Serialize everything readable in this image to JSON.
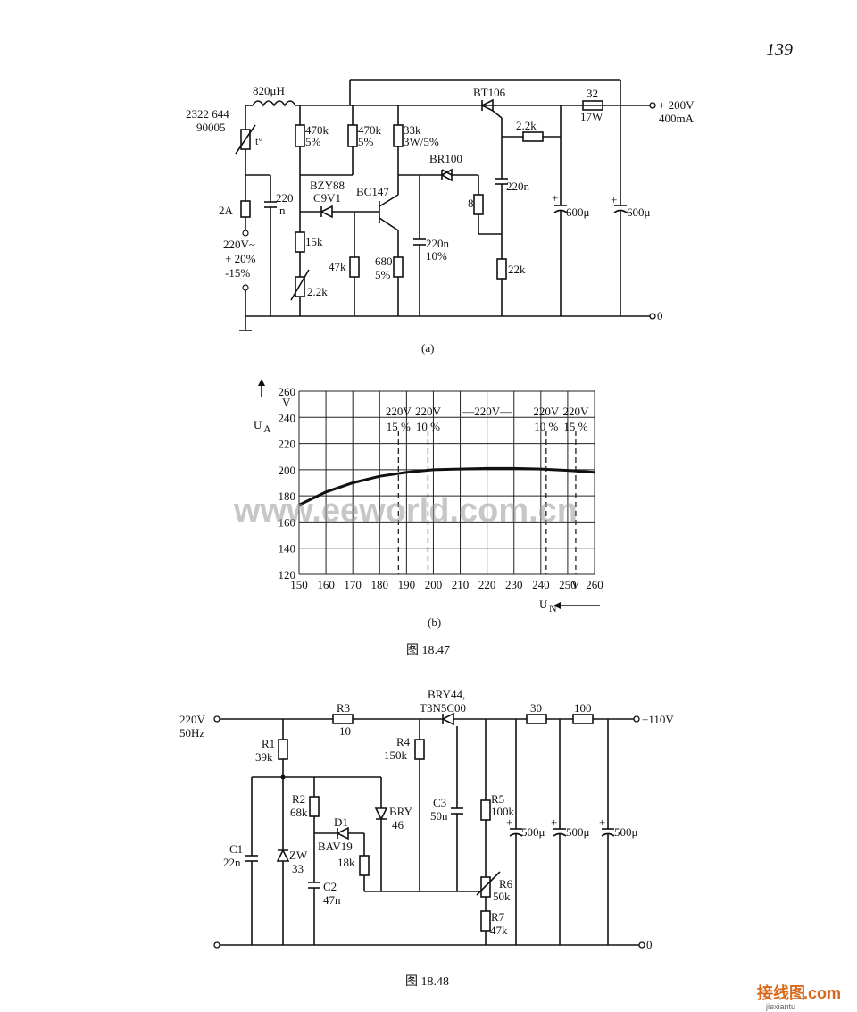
{
  "page_number": "139",
  "watermark": "www.eeworld.com.cn",
  "brand": {
    "name": "接线图",
    "suffix": ".com",
    "url": "jiexiantu"
  },
  "fig_a": {
    "sublabel": "(a)",
    "labels": {
      "inductor": "820μH",
      "ptc_id1": "2322 644",
      "ptc_id2": "90005",
      "ptc_t": "t°",
      "fuse": "2A",
      "cap_in": "220",
      "cap_in_u": "n",
      "mains1": "220V~",
      "mains2": "+ 20%",
      "mains3": "-15%",
      "r1": "470k",
      "r1t": "5%",
      "r2": "470k",
      "r2t": "5%",
      "r3": "33k",
      "r3t": "3W/5%",
      "zener1": "BZY88",
      "zener2": "C9V1",
      "transistor": "BC147",
      "diac": "BR100",
      "thyristor": "BT106",
      "r_15k": "15k",
      "r_47k": "47k",
      "pot": "2.2k",
      "r_680": "680",
      "r_680t": "5%",
      "cap_220n": "220n",
      "cap_220nt": "10%",
      "cap_gate": "220n",
      "r_8": "8",
      "r_22k": "22k",
      "r_22k_fb": "2.2k",
      "cap_600a": "600μ",
      "cap_600b": "600μ",
      "r_out": "32",
      "r_outw": "17W",
      "out_v": "+ 200V",
      "out_i": "400mA",
      "gnd": "0"
    }
  },
  "fig_b": {
    "sublabel": "(b)",
    "y_unit": "V",
    "y_name": "U",
    "y_sub": "A",
    "x_name": "U",
    "x_sub": "N",
    "x_unit": "V",
    "ref_lines": [
      {
        "text1": "220V",
        "text2": "15 %"
      },
      {
        "text1": "220V",
        "text2": "10 %"
      },
      {
        "text1": "220V",
        "text2": ""
      },
      {
        "text1": "220V",
        "text2": "10 %"
      },
      {
        "text1": "220V",
        "text2": "15 %"
      }
    ]
  },
  "chart_data": {
    "type": "line",
    "title": "",
    "xlabel": "U_N",
    "ylabel": "U_A",
    "xlim": [
      150,
      260
    ],
    "ylim": [
      120,
      260
    ],
    "x_ticks": [
      150,
      160,
      170,
      180,
      190,
      200,
      210,
      220,
      230,
      240,
      250,
      260
    ],
    "y_ticks": [
      120,
      140,
      160,
      180,
      200,
      220,
      240,
      260
    ],
    "ref_x": [
      187,
      198,
      220,
      242,
      253
    ],
    "grid": true,
    "series": [
      {
        "x": [
          150,
          160,
          170,
          180,
          190,
          200,
          210,
          220,
          230,
          240,
          250,
          260
        ],
        "values": [
          173,
          183,
          190,
          195,
          198,
          200,
          200.5,
          201,
          201,
          200.5,
          199.5,
          198
        ]
      }
    ]
  },
  "caption_a": "图 18.47",
  "fig_c": {
    "labels": {
      "in_v": "220V",
      "in_f": "50Hz",
      "r3": "R3",
      "r3v": "10",
      "triac1": "BRY44,",
      "triac2": "T3N5C00",
      "r_30": "30",
      "r_100": "100",
      "out": "+110V",
      "r1": "R1",
      "r1v": "39k",
      "r4": "R4",
      "r4v": "150k",
      "r2": "R2",
      "r2v": "68k",
      "d1": "D1",
      "d1v": "BAV19",
      "bry": "BRY",
      "bryv": "46",
      "c3": "C3",
      "c3v": "50n",
      "r5": "R5",
      "r5v": "100k",
      "c1": "C1",
      "c1v": "22n",
      "zw": "ZW",
      "zwv": "33",
      "r18": "18k",
      "c2": "C2",
      "c2v": "47n",
      "r6": "R6",
      "r6v": "50k",
      "r7": "R7",
      "r7v": "47k",
      "cap1": "500μ",
      "cap2": "500μ",
      "cap3": "500μ",
      "gnd": "0"
    }
  },
  "caption_b": "图 18.48"
}
